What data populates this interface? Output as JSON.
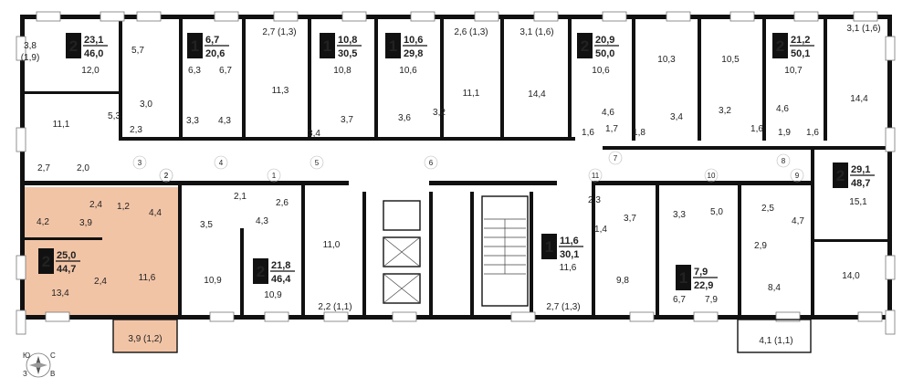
{
  "colors": {
    "highlight": "#f2c4a6",
    "wall": "#111111"
  },
  "apartments": [
    {
      "rooms": "2",
      "living": "23,1",
      "total": "46,0"
    },
    {
      "rooms": "1",
      "living": "6,7",
      "total": "20,6"
    },
    {
      "rooms": "1",
      "living": "10,8",
      "total": "30,5"
    },
    {
      "rooms": "1",
      "living": "10,6",
      "total": "29,8"
    },
    {
      "rooms": "2",
      "living": "20,9",
      "total": "50,0"
    },
    {
      "rooms": "2",
      "living": "21,2",
      "total": "50,1"
    },
    {
      "rooms": "2",
      "living": "29,1",
      "total": "48,7"
    },
    {
      "rooms": "2",
      "living": "25,0",
      "total": "44,7"
    },
    {
      "rooms": "2",
      "living": "21,8",
      "total": "46,4"
    },
    {
      "rooms": "1",
      "living": "11,6",
      "total": "30,1"
    },
    {
      "rooms": "1",
      "living": "7,9",
      "total": "22,9"
    }
  ],
  "rooms": [
    "3,8",
    "(1,9)",
    "12,0",
    "5,7",
    "6,3",
    "6,7",
    "3,0",
    "2,3",
    "3,3",
    "5,3",
    "4,3",
    "2,7 (1,3)",
    "11,3",
    "10,8",
    "3,7",
    "3,4",
    "10,6",
    "3,6",
    "3,2",
    "2,6 (1,3)",
    "11,1",
    "3,1 (1,6)",
    "14,4",
    "10,6",
    "4,6",
    "1,7",
    "1,6",
    "10,3",
    "1,8",
    "3,4",
    "10,5",
    "3,2",
    "10,7",
    "4,6",
    "1,6",
    "1,9",
    "1,6",
    "3,1 (1,6)",
    "14,4",
    "11,1",
    "2,7",
    "2,0",
    "4,2",
    "2,4",
    "1,2",
    "3,9",
    "4,4",
    "2,4",
    "13,4",
    "11,6",
    "3,9 (1,2)",
    "3,5",
    "2,1",
    "2,6",
    "4,3",
    "10,9",
    "10,9",
    "11,0",
    "2,2 (1,1)",
    "11,6",
    "2,7 (1,3)",
    "2,3",
    "1,4",
    "3,7",
    "3,3",
    "5,0",
    "9,8",
    "6,7",
    "7,9",
    "2,5",
    "4,7",
    "2,9",
    "15,1",
    "8,4",
    "14,0",
    "4,1 (1,1)"
  ],
  "doors": [
    "2",
    "3",
    "4",
    "5",
    "6",
    "7",
    "8",
    "1",
    "2",
    "9",
    "10",
    "11"
  ],
  "compass": {
    "n": "С",
    "s": "Ю",
    "e": "В",
    "w": "З"
  }
}
